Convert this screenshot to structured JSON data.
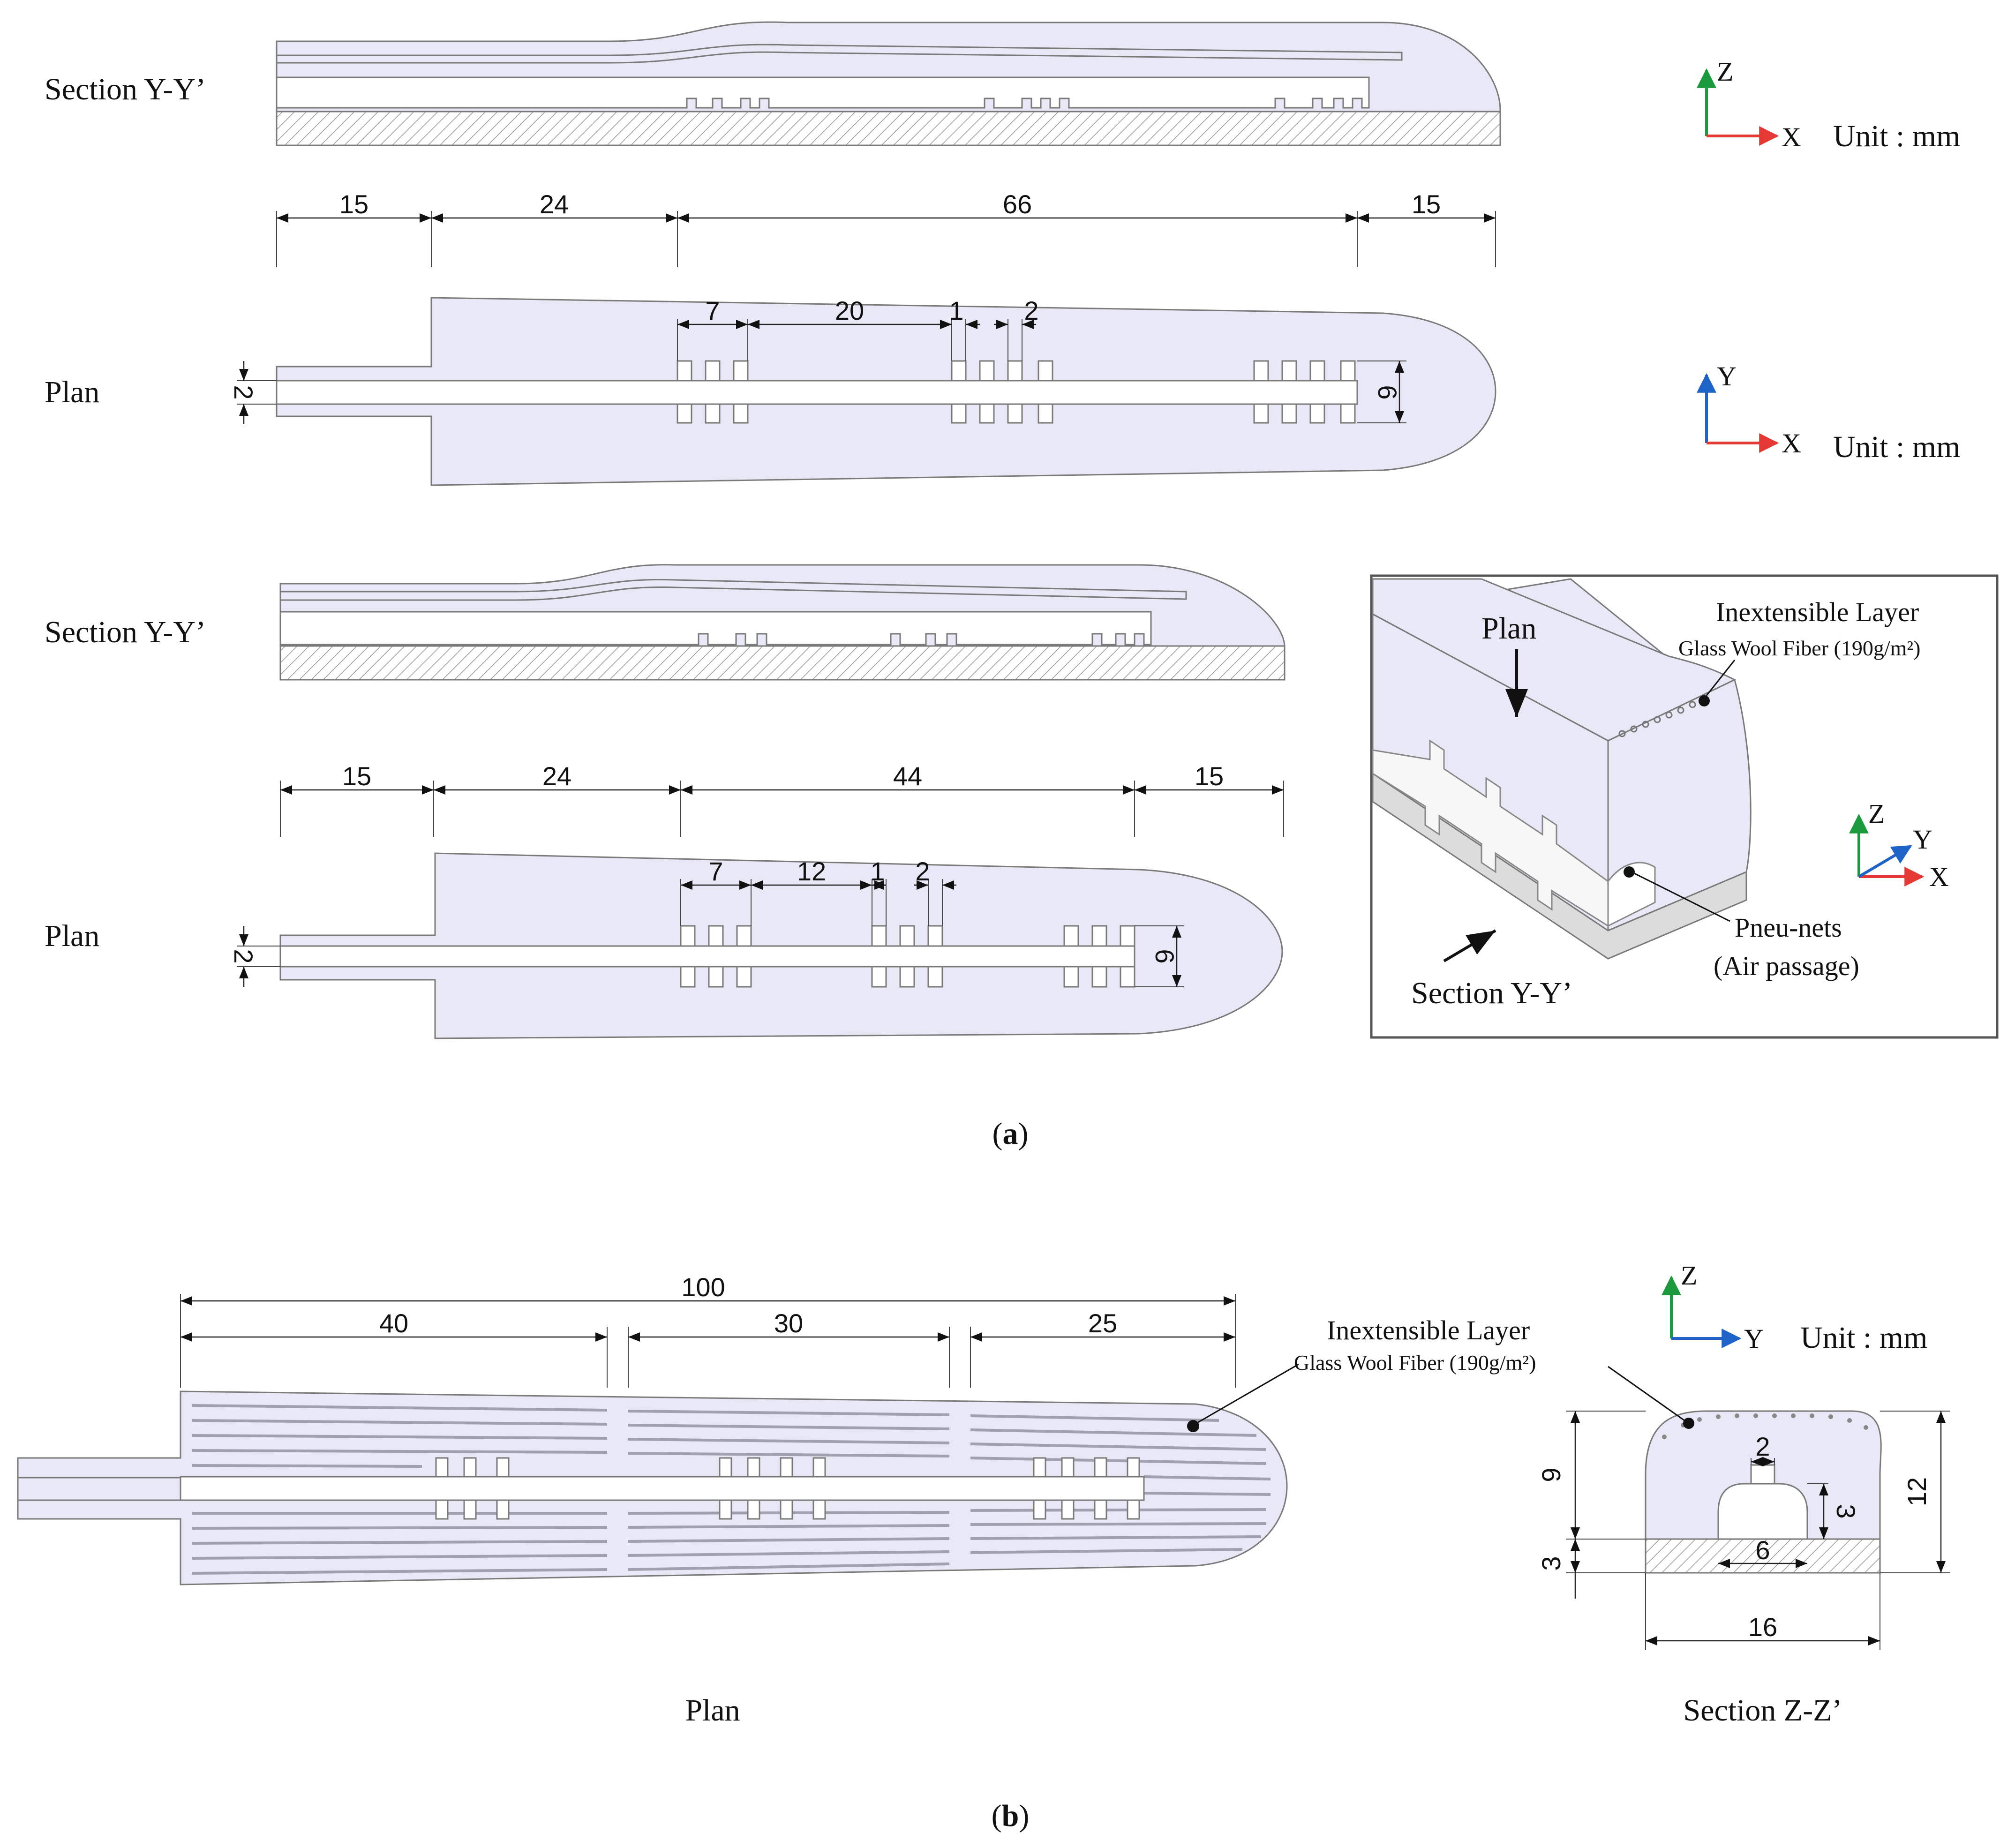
{
  "panel_a": {
    "caption": "a",
    "design1": {
      "section_label": "Section Y-Y’",
      "plan_label": "Plan",
      "dims_top": [
        "15",
        "24",
        "66",
        "15"
      ],
      "dims_chamber": [
        "7",
        "20",
        "1",
        "2"
      ],
      "dim_channel": "2",
      "dim_height": "6"
    },
    "design2": {
      "section_label": "Section Y-Y’",
      "plan_label": "Plan",
      "dims_top": [
        "15",
        "24",
        "44",
        "15"
      ],
      "dims_chamber": [
        "7",
        "12",
        "1",
        "2"
      ],
      "dim_channel": "2",
      "dim_height": "6"
    },
    "axes_xz": {
      "z": "Z",
      "x": "X",
      "unit": "Unit : mm"
    },
    "axes_xy": {
      "y": "Y",
      "x": "X",
      "unit": "Unit : mm"
    },
    "inset": {
      "plan": "Plan",
      "layer_title": "Inextensible Layer",
      "layer_material": "Glass Wool Fiber (190g/m²)",
      "pneu_title": "Pneu-nets",
      "pneu_sub": "(Air passage)",
      "section": "Section Y-Y’",
      "axes": {
        "z": "Z",
        "y": "Y",
        "x": "X"
      }
    }
  },
  "panel_b": {
    "caption": "b",
    "plan_label": "Plan",
    "dims_total": "100",
    "dims_segments": [
      "40",
      "30",
      "25"
    ],
    "layer_title": "Inextensible Layer",
    "layer_material": "Glass Wool Fiber (190g/m²)",
    "axes": {
      "z": "Z",
      "y": "Y",
      "unit": "Unit : mm"
    },
    "section": {
      "label": "Section Z-Z’",
      "dim_top_width": "2",
      "dim_chamber_height": "3",
      "dim_chamber_width": "6",
      "dim_total_width": "16",
      "dim_upper": "9",
      "dim_lower": "3",
      "dim_total_height": "12"
    }
  },
  "colors": {
    "body_fill": "#e9e8f7",
    "outline": "#7a7a7a",
    "axis_x": "#e53935",
    "axis_y_z": "#1a9a3c",
    "axis_blue": "#1e64c8"
  }
}
